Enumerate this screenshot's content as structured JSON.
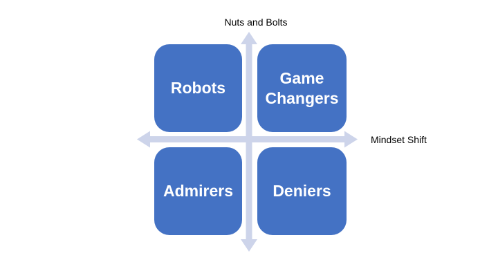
{
  "slide": {
    "type": "quadrant-diagram",
    "background": "#FFFFFF"
  },
  "axes": {
    "vertical_label": "Nuts and Bolts",
    "horizontal_label": "Mindset Shift"
  },
  "quadrants": [
    {
      "position": "top-left",
      "label": "Robots"
    },
    {
      "position": "top-right",
      "label": "Game Changers"
    },
    {
      "position": "bottom-left",
      "label": "Admirers"
    },
    {
      "position": "bottom-right",
      "label": "Deniers"
    }
  ],
  "colors": {
    "quadrant_fill": "#4472C4",
    "quadrant_text": "#FFFFFF",
    "axis_arrow": "#CDD4EA",
    "axis_label_text": "#000000"
  }
}
